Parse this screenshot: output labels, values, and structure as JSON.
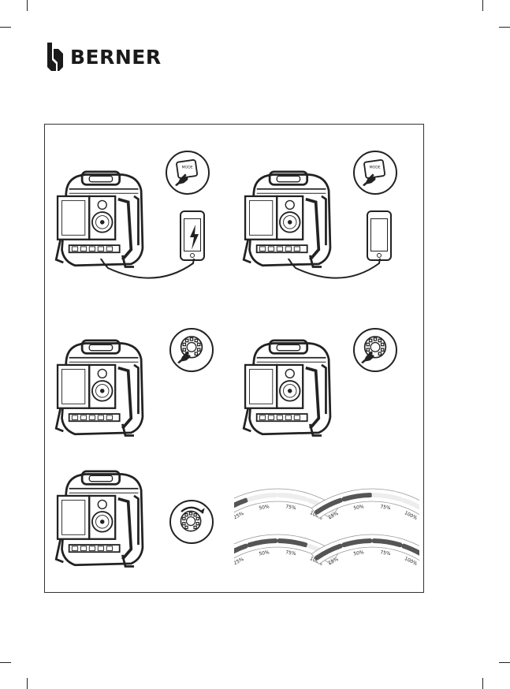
{
  "brand": {
    "name": "BERNER"
  },
  "gauges": {
    "labels": [
      "25%",
      "50%",
      "75%",
      "100%"
    ],
    "states": [
      {
        "active_levels": 1
      },
      {
        "active_levels": 2
      },
      {
        "active_levels": 3
      },
      {
        "active_levels": 4
      }
    ]
  },
  "mode_button_label": "MODE",
  "colors": {
    "ink": "#222222",
    "gauge_active": "#555555",
    "gauge_inactive": "#ededed"
  },
  "icons": [
    "lightning-icon",
    "hand-pointer-icon",
    "rotate-arrow-icon",
    "usb-cable-icon"
  ]
}
